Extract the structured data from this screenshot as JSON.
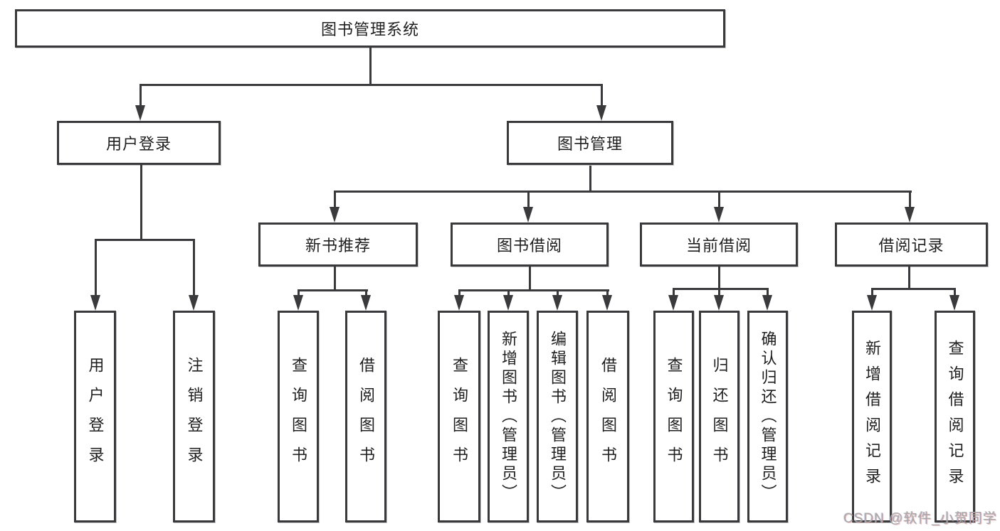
{
  "diagram": {
    "type": "hierarchy",
    "colors": {
      "line": "#3a3a3c",
      "text": "#1f1f1f",
      "box_background": "#ffffff",
      "watermark_gray": "#a9a9a9"
    },
    "root": {
      "label": "图书管理系统"
    },
    "branches": {
      "user_login": {
        "label": "用户登录",
        "children": [
          {
            "label": "用户登录"
          },
          {
            "label": "注销登录"
          }
        ]
      },
      "book_mgmt": {
        "label": "图书管理",
        "children": [
          {
            "label": "新书推荐",
            "children": [
              {
                "label": "查询图书"
              },
              {
                "label": "借阅图书"
              }
            ]
          },
          {
            "label": "图书借阅",
            "children": [
              {
                "label": "查询图书"
              },
              {
                "label": "新增图书（管理员）"
              },
              {
                "label": "编辑图书（管理员）"
              },
              {
                "label": "借阅图书"
              }
            ]
          },
          {
            "label": "当前借阅",
            "children": [
              {
                "label": "查询图书"
              },
              {
                "label": "归还图书"
              },
              {
                "label": "确认归还（管理员）"
              }
            ]
          },
          {
            "label": "借阅记录",
            "children": [
              {
                "label": "新增借阅记录"
              },
              {
                "label": "查询借阅记录"
              }
            ]
          }
        ]
      }
    }
  },
  "watermark": {
    "text": "CSDN @软件_小贺同学"
  }
}
